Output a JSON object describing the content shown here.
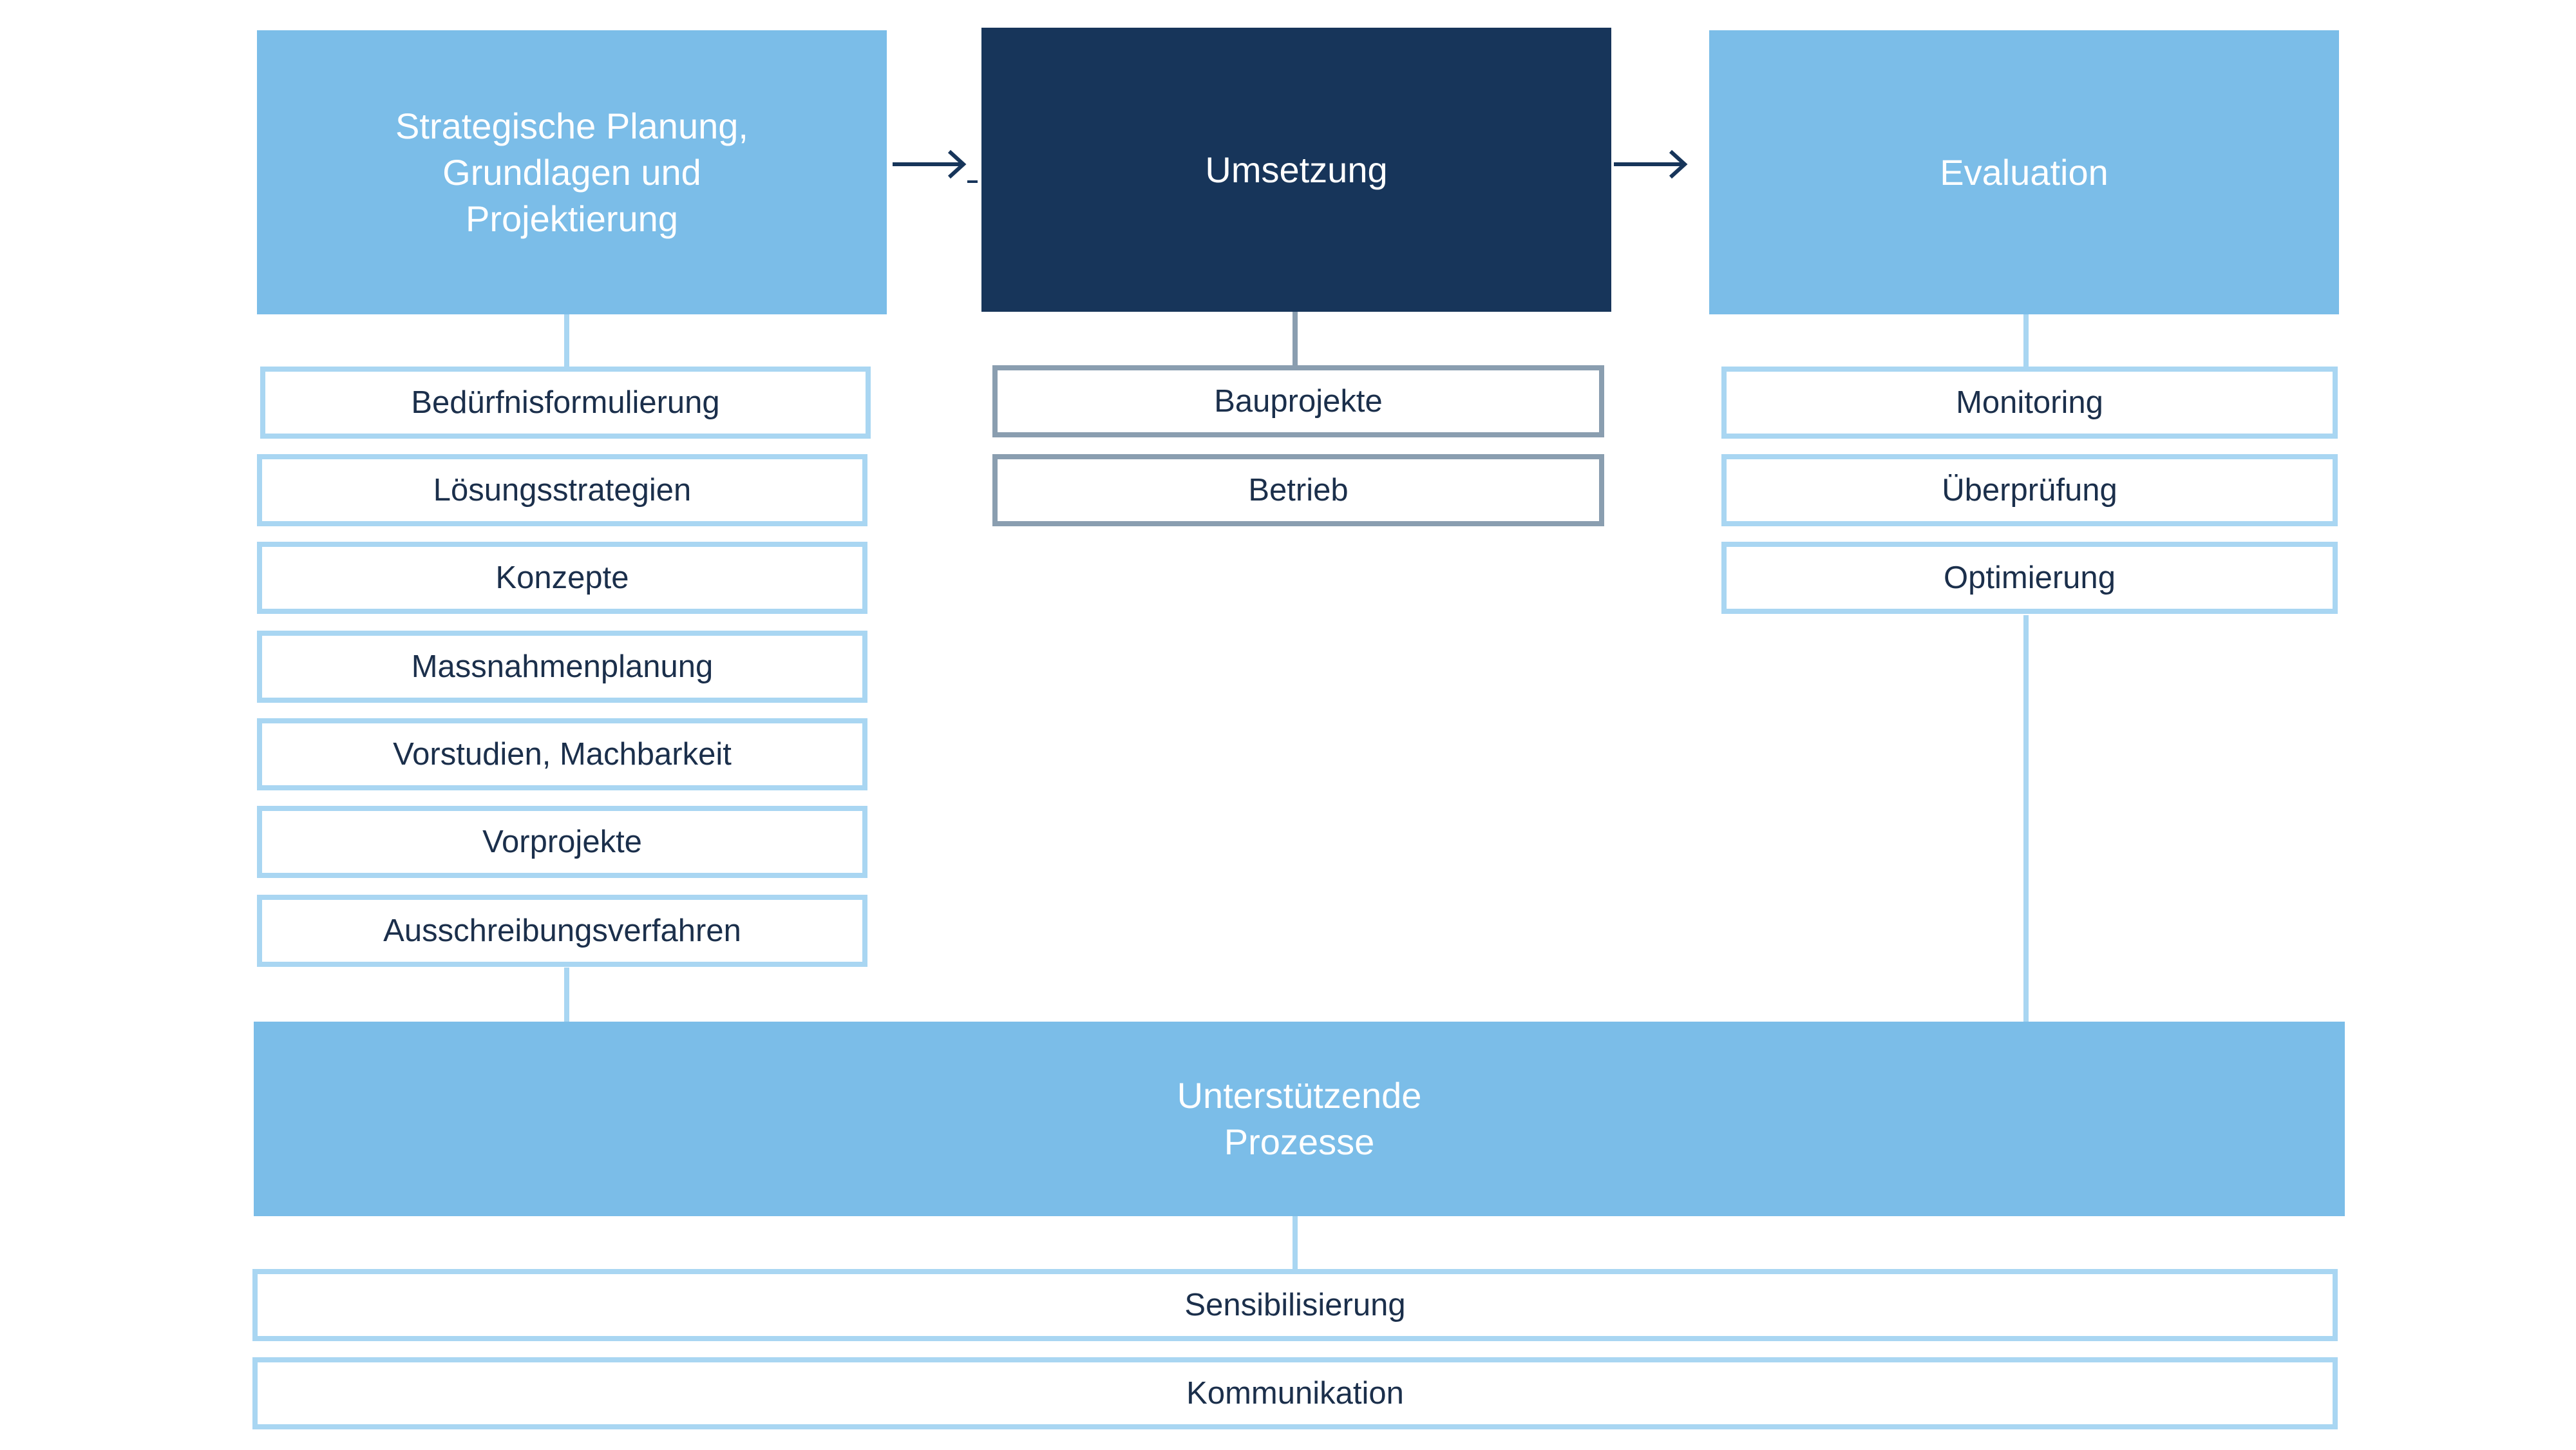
{
  "columns": [
    {
      "title": "Strategische Planung,\nGrundlagen und\nProjektierung",
      "items": [
        "Bedürfnisformulierung",
        "Lösungsstrategien",
        "Konzepte",
        "Massnahmenplanung",
        "Vorstudien, Machbarkeit",
        "Vorprojekte",
        "Ausschreibungsverfahren"
      ]
    },
    {
      "title": "Umsetzung",
      "items": [
        "Bauprojekte",
        "Betrieb"
      ]
    },
    {
      "title": "Evaluation",
      "items": [
        "Monitoring",
        "Überprüfung",
        "Optimierung"
      ]
    }
  ],
  "support": {
    "title": "Unterstützende\nProzesse",
    "items": [
      "Sensibilisierung",
      "Kommunikation"
    ]
  },
  "colors": {
    "light_blue": "#7bbde8",
    "dark_blue": "#17355a",
    "item_border": "#a9d6f2",
    "item_border_grey": "#8a9eb0"
  }
}
